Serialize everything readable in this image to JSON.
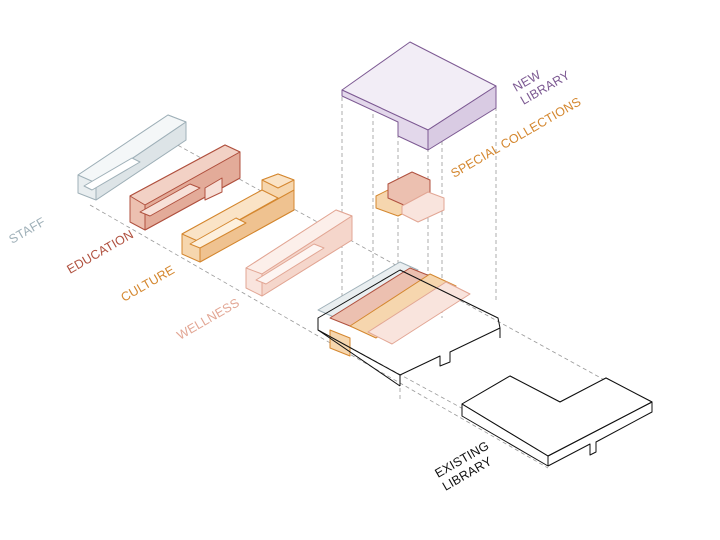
{
  "labels": {
    "new_library": [
      "NEW",
      "LIBRARY"
    ],
    "special_collections": "SPECIAL COLLECTIONS",
    "staff": "STAFF",
    "education": "EDUCATION",
    "culture": "CULTURE",
    "wellness": "WELLNESS",
    "existing_library": [
      "EXISTING",
      "LIBRARY"
    ]
  },
  "colors": {
    "new_library": "#7d5a93",
    "new_library_fill": "#ece5f1",
    "special_collections": "#d4872f",
    "staff": "#9fb0b8",
    "staff_fill": "#e9eef0",
    "education": "#b0513f",
    "education_fill": "#ecc0b0",
    "culture": "#d4872f",
    "culture_fill": "#f6d6ae",
    "wellness": "#e2a694",
    "wellness_fill": "#f9e4dd",
    "existing_library": "#111111"
  }
}
